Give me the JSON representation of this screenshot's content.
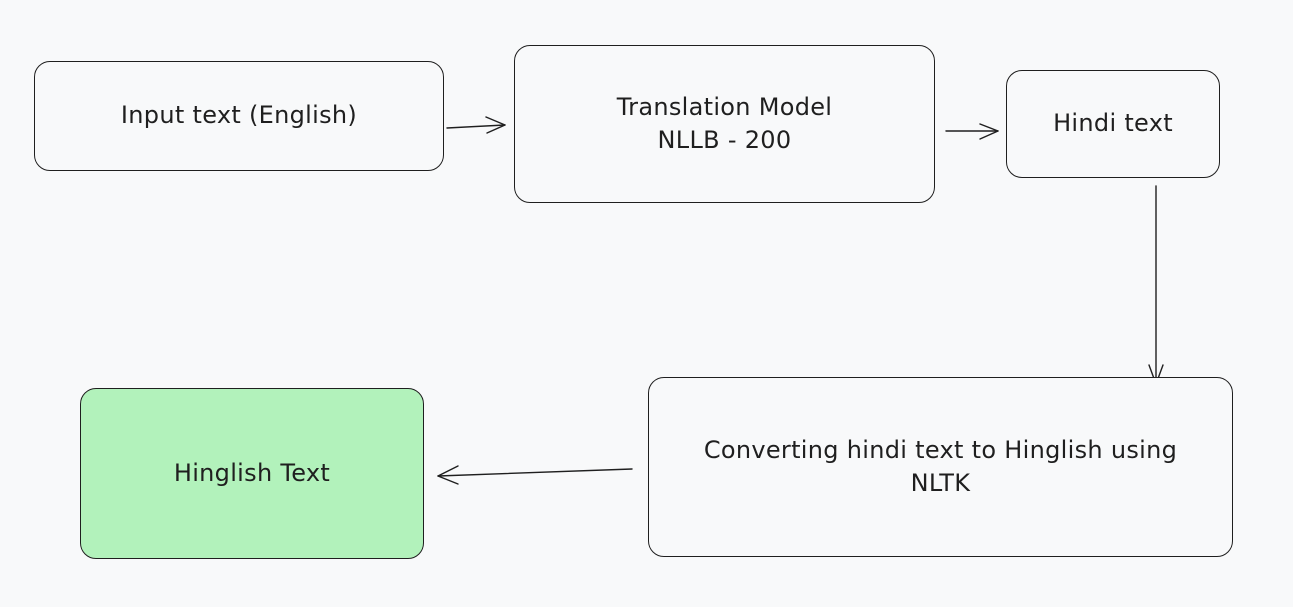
{
  "colors": {
    "background": "#f8f9fa",
    "node_fill": "#f8f9fa",
    "output_fill": "#b2f2bb",
    "stroke": "#1f1f1f"
  },
  "nodes": {
    "input": {
      "label": "Input text (English)"
    },
    "model": {
      "line1": "Translation Model",
      "line2": "NLLB - 200"
    },
    "hindi": {
      "label": "Hindi text"
    },
    "convert": {
      "line1": "Converting hindi text to Hinglish using",
      "line2": "NLTK"
    },
    "output": {
      "label": "Hinglish Text"
    }
  },
  "edges": [
    {
      "from": "input",
      "to": "model"
    },
    {
      "from": "model",
      "to": "hindi"
    },
    {
      "from": "hindi",
      "to": "convert"
    },
    {
      "from": "convert",
      "to": "output"
    }
  ]
}
